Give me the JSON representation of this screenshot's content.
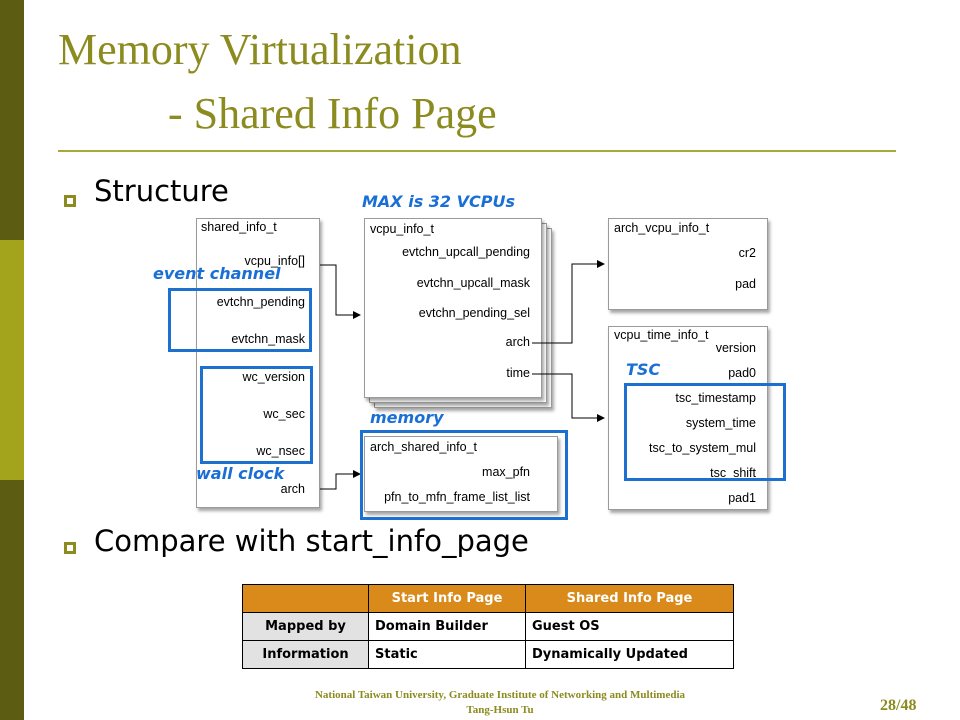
{
  "title": {
    "line1": "Memory Virtualization",
    "line2": "- Shared Info Page"
  },
  "bullets": [
    {
      "text": "Structure"
    },
    {
      "text": "Compare with start_info_page"
    }
  ],
  "diagram": {
    "shared_info": {
      "name": "shared_info_t",
      "fields": [
        "vcpu_info[]",
        "evtchn_pending",
        "evtchn_mask",
        "wc_version",
        "wc_sec",
        "wc_nsec",
        "arch"
      ]
    },
    "vcpu_info": {
      "name": "vcpu_info_t",
      "fields": [
        "evtchn_upcall_pending",
        "evtchn_upcall_mask",
        "evtchn_pending_sel",
        "arch",
        "time"
      ]
    },
    "arch_vcpu_info": {
      "name": "arch_vcpu_info_t",
      "fields": [
        "cr2",
        "pad"
      ]
    },
    "vcpu_time_info": {
      "name": "vcpu_time_info_t",
      "fields": [
        "version",
        "pad0",
        "tsc_timestamp",
        "system_time",
        "tsc_to_system_mul",
        "tsc_shift",
        "pad1"
      ]
    },
    "arch_shared_info": {
      "name": "arch_shared_info_t",
      "fields": [
        "max_pfn",
        "pfn_to_mfn_frame_list_list"
      ]
    },
    "annotations": {
      "max_vcpus": "MAX is 32 VCPUs",
      "event_channel": "event channel",
      "wall_clock": "wall clock",
      "tsc": "TSC",
      "memory": "memory"
    }
  },
  "table": {
    "headers": [
      "",
      "Start Info Page",
      "Shared Info Page"
    ],
    "rows": [
      [
        "Mapped by",
        "Domain Builder",
        "Guest OS"
      ],
      [
        "Information",
        "Static",
        "Dynamically Updated"
      ]
    ]
  },
  "footer": {
    "line1": "National Taiwan University, Graduate Institute of Networking and Multimedia",
    "line2": "Tang-Hsun Tu"
  },
  "page": "28/48",
  "colors": {
    "title": "#8b8b1f",
    "accent_bar_dark": "#5c5c12",
    "accent_bar_light": "#a3a31c",
    "highlight": "#1d6fd0",
    "table_header": "#d98a1a"
  }
}
